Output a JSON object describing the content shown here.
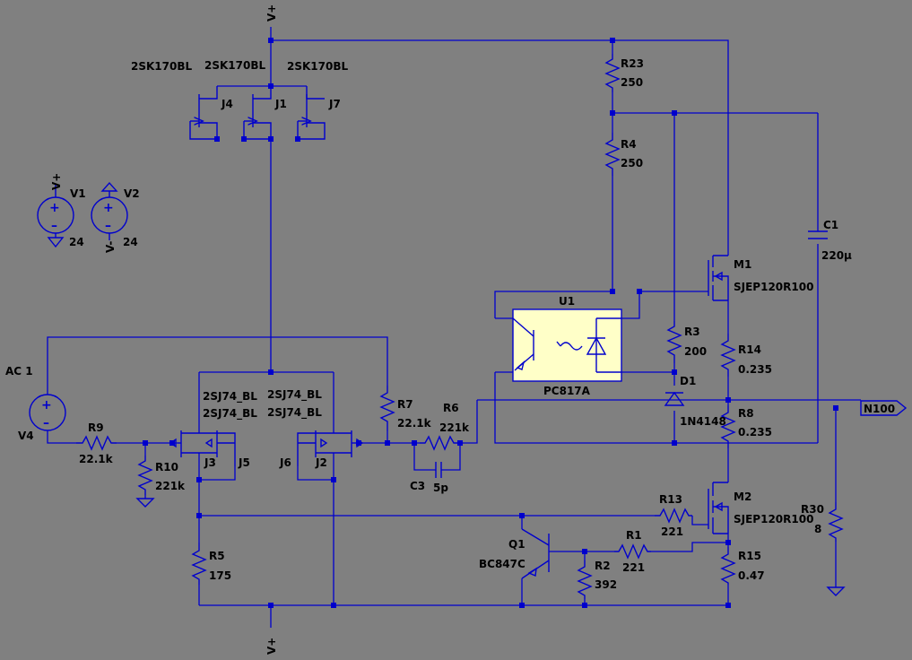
{
  "nets": {
    "vplus_top": "V+",
    "vplus_bottom": "V+",
    "v1_rail": "V+",
    "v2_rail": "V-",
    "output": "N100"
  },
  "components": {
    "J4": {
      "ref": "J4",
      "model": "2SK170BL"
    },
    "J1": {
      "ref": "J1",
      "model": "2SK170BL"
    },
    "J7": {
      "ref": "J7",
      "model": "2SK170BL"
    },
    "J3": {
      "ref": "J3",
      "model": "2SJ74_BL"
    },
    "J5": {
      "ref": "J5",
      "model": "2SJ74_BL"
    },
    "J6": {
      "ref": "J6",
      "model": "2SJ74_BL"
    },
    "J2": {
      "ref": "J2",
      "model": "2SJ74_BL"
    },
    "V1": {
      "ref": "V1",
      "value": "24"
    },
    "V2": {
      "ref": "V2",
      "value": "24"
    },
    "V4": {
      "ref": "V4",
      "value": "AC 1"
    },
    "R23": {
      "ref": "R23",
      "value": "250"
    },
    "R4": {
      "ref": "R4",
      "value": "250"
    },
    "R3": {
      "ref": "R3",
      "value": "200"
    },
    "R14": {
      "ref": "R14",
      "value": "0.235"
    },
    "R8": {
      "ref": "R8",
      "value": "0.235"
    },
    "R7": {
      "ref": "R7",
      "value": "22.1k"
    },
    "R6": {
      "ref": "R6",
      "value": "221k"
    },
    "R9": {
      "ref": "R9",
      "value": "22.1k"
    },
    "R10": {
      "ref": "R10",
      "value": "221k"
    },
    "R5": {
      "ref": "R5",
      "value": "175"
    },
    "R13": {
      "ref": "R13",
      "value": "221"
    },
    "R1": {
      "ref": "R1",
      "value": "221"
    },
    "R2": {
      "ref": "R2",
      "value": "392"
    },
    "R15": {
      "ref": "R15",
      "value": "0.47"
    },
    "R30": {
      "ref": "R30",
      "value": "8"
    },
    "C1": {
      "ref": "C1",
      "value": "220µ"
    },
    "C3": {
      "ref": "C3",
      "value": "5p"
    },
    "M1": {
      "ref": "M1",
      "model": "SJEP120R100"
    },
    "M2": {
      "ref": "M2",
      "model": "SJEP120R100"
    },
    "U1": {
      "ref": "U1",
      "model": "PC817A"
    },
    "D1": {
      "ref": "D1",
      "model": "1N4148"
    },
    "Q1": {
      "ref": "Q1",
      "model": "BC847C"
    }
  },
  "colors": {
    "background": "#808080",
    "wire": "#0000cc",
    "optocoupler_fill": "#ffffc8",
    "text": "#000000"
  }
}
